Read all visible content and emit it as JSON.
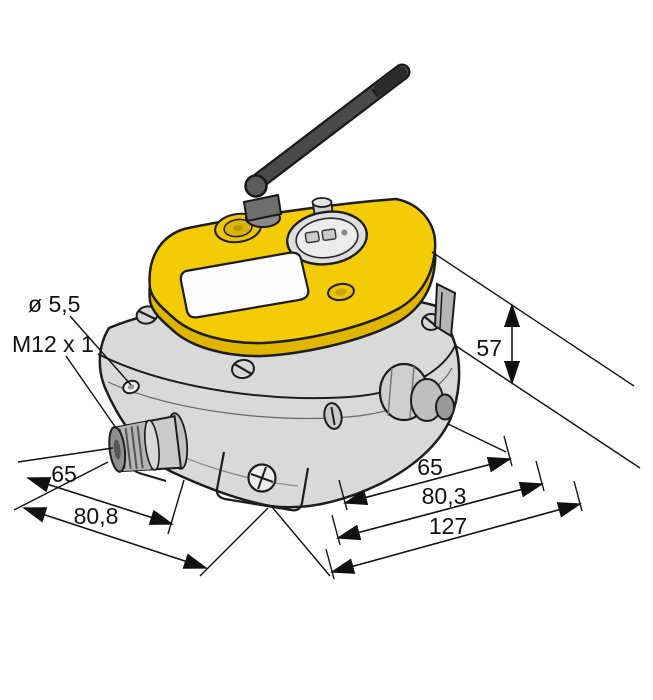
{
  "drawing": {
    "type": "isometric-dimension-drawing",
    "subject": "wireless sensor node with hinged antenna, yellow top housing, gray base housing, M12 connector and cable gland",
    "labels": {
      "hole_diameter": "ø 5,5",
      "thread_size": "M12 x 1",
      "height": "57",
      "depth_inner": "65",
      "depth_mid": "80,3",
      "depth_total": "127",
      "width_inner": "65",
      "width_total": "80,8"
    },
    "colors": {
      "cap_top": "#f3cb06",
      "cap_side": "#dfb500",
      "body": "#d9d9d9",
      "antenna": "#4a4a4a",
      "outline": "#1d1d1d",
      "dimension_lines": "#111111",
      "background": "#ffffff"
    }
  }
}
